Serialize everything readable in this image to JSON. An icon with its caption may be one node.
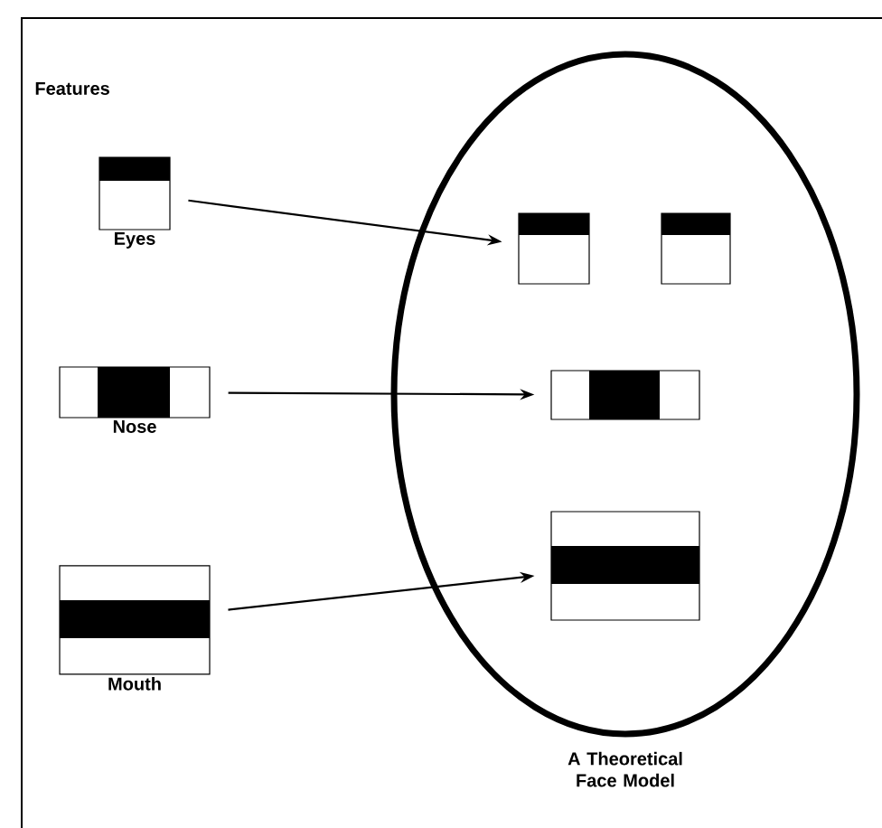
{
  "diagram": {
    "nodes": [
      {
        "text": [
          "Eyes"
        ]
      },
      {
        "text": [
          "Nose"
        ]
      },
      {
        "text": [
          "Mouth"
        ]
      },
      {
        "text": [
          "A Theoretical Face Model"
        ]
      },
      {
        "text": [],
        "shape": "box",
        "in": 3
      },
      {
        "text": [],
        "shape": "box",
        "in": 3
      },
      {
        "text": [],
        "shape": "box",
        "in": 3
      },
      {
        "text": [],
        "shape": "box",
        "in": 3
      }
    ],
    "edges": [
      {
        "from": 0,
        "to": 4,
        "arrow": "to"
      },
      {
        "from": 1,
        "to": 6,
        "arrow": "to"
      },
      {
        "from": 2,
        "to": 7,
        "arrow": "to"
      }
    ],
    "labels": [
      "Features"
    ]
  }
}
